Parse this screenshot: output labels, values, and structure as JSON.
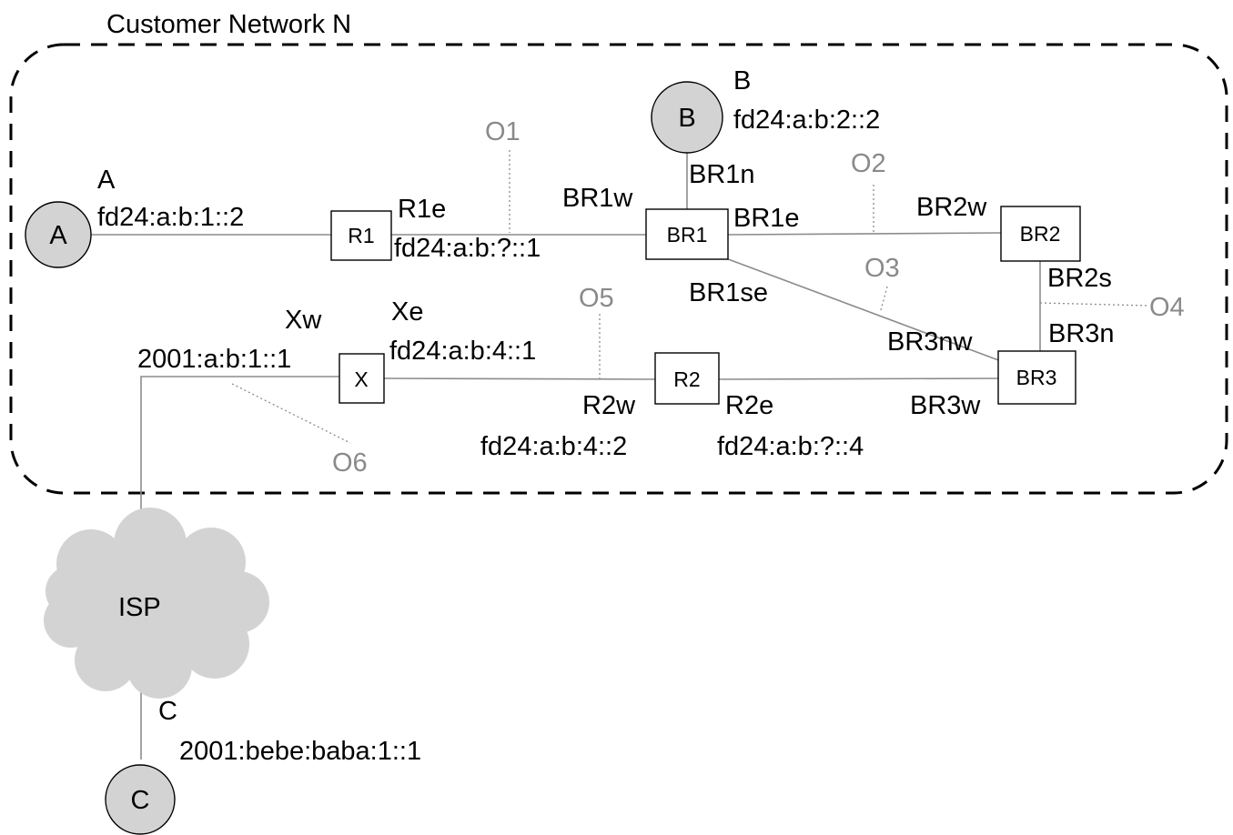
{
  "network": {
    "title": "Customer Network N",
    "boundary_style": "dashed"
  },
  "hosts": {
    "a": {
      "glyph": "A",
      "name": "A",
      "address": "fd24:a:b:1::2"
    },
    "b": {
      "glyph": "B",
      "name": "B",
      "address": "fd24:a:b:2::2"
    },
    "c": {
      "glyph": "C",
      "name": "C",
      "address": "2001:bebe:baba:1::1"
    }
  },
  "routers": {
    "r1": "R1",
    "br1": "BR1",
    "br2": "BR2",
    "br3": "BR3",
    "x": "X",
    "r2": "R2"
  },
  "interfaces": {
    "r1e": {
      "name": "R1e",
      "address": "fd24:a:b:?::1"
    },
    "br1w": "BR1w",
    "br1n": "BR1n",
    "br1e": "BR1e",
    "br1se": "BR1se",
    "br2w": "BR2w",
    "br2s": "BR2s",
    "br3n": "BR3n",
    "br3nw": "BR3nw",
    "br3w": "BR3w",
    "xw": {
      "name": "Xw",
      "address": "2001:a:b:1::1"
    },
    "xe": {
      "name": "Xe",
      "address": "fd24:a:b:4::1"
    },
    "r2w": {
      "name": "R2w",
      "address": "fd24:a:b:4::2"
    },
    "r2e": {
      "name": "R2e",
      "address": "fd24:a:b:?::4"
    }
  },
  "observers": {
    "o1": "O1",
    "o2": "O2",
    "o3": "O3",
    "o4": "O4",
    "o5": "O5",
    "o6": "O6"
  },
  "isp": {
    "label": "ISP"
  },
  "colors": {
    "host_fill": "#d3d3d3",
    "link": "#8c8c8c",
    "observer": "#8a8a8a",
    "boundary": "#000000"
  }
}
